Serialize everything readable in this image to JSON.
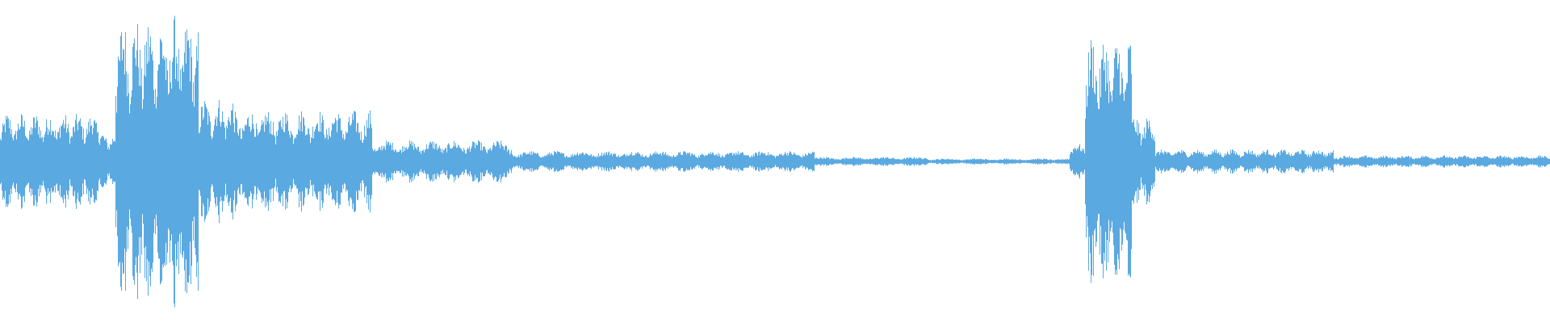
{
  "waveform": {
    "color": "#5ba9e1",
    "background": "#ffffff",
    "segments": [
      {
        "start": 0.0,
        "end": 0.065,
        "amp": 0.32,
        "freq": 110
      },
      {
        "start": 0.065,
        "end": 0.078,
        "amp": 0.2,
        "freq": 100
      },
      {
        "start": 0.074,
        "end": 0.128,
        "amp": 0.96,
        "freq": 120
      },
      {
        "start": 0.128,
        "end": 0.15,
        "amp": 0.42,
        "freq": 110
      },
      {
        "start": 0.15,
        "end": 0.24,
        "amp": 0.34,
        "freq": 90
      },
      {
        "start": 0.24,
        "end": 0.33,
        "amp": 0.14,
        "freq": 70
      },
      {
        "start": 0.33,
        "end": 0.525,
        "amp": 0.07,
        "freq": 60
      },
      {
        "start": 0.525,
        "end": 0.6,
        "amp": 0.03,
        "freq": 50
      },
      {
        "start": 0.6,
        "end": 0.69,
        "amp": 0.02,
        "freq": 50
      },
      {
        "start": 0.69,
        "end": 0.7,
        "amp": 0.12,
        "freq": 100
      },
      {
        "start": 0.7,
        "end": 0.73,
        "amp": 0.84,
        "freq": 120
      },
      {
        "start": 0.73,
        "end": 0.745,
        "amp": 0.3,
        "freq": 110
      },
      {
        "start": 0.745,
        "end": 0.86,
        "amp": 0.08,
        "freq": 90
      },
      {
        "start": 0.86,
        "end": 1.0,
        "amp": 0.04,
        "freq": 80
      }
    ]
  }
}
